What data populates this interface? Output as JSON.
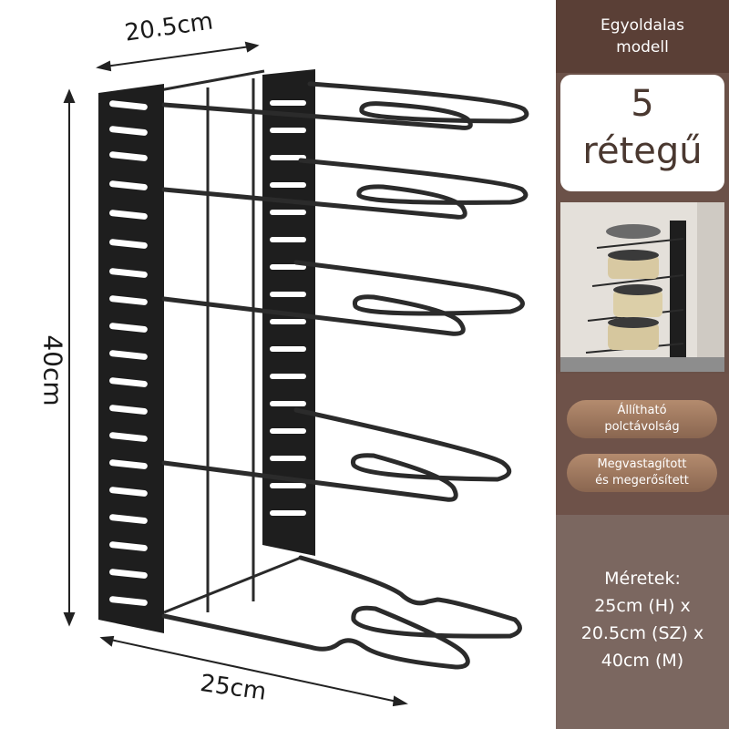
{
  "dimensions": {
    "width_label": "20.5cm",
    "height_label": "40cm",
    "depth_label": "25cm"
  },
  "panel": {
    "model_line1": "Egyoldalas",
    "model_line2": "modell",
    "layer_count": "5",
    "layer_word": "rétegű",
    "feature_1_line1": "Állítható",
    "feature_1_line2": "polctávolság",
    "feature_2_line1": "Megvastagított",
    "feature_2_line2": "és megerősített",
    "size_line1": "Méretek:",
    "size_line2": "25cm (H) x",
    "size_line3": "20.5cm (SZ) x",
    "size_line4": "40cm (M)"
  },
  "colors": {
    "panel_brown": "#6b5148",
    "panel_dark": "#5a3f36",
    "pill_gold": "#a07a60",
    "rack_black": "#1c1c1c"
  }
}
